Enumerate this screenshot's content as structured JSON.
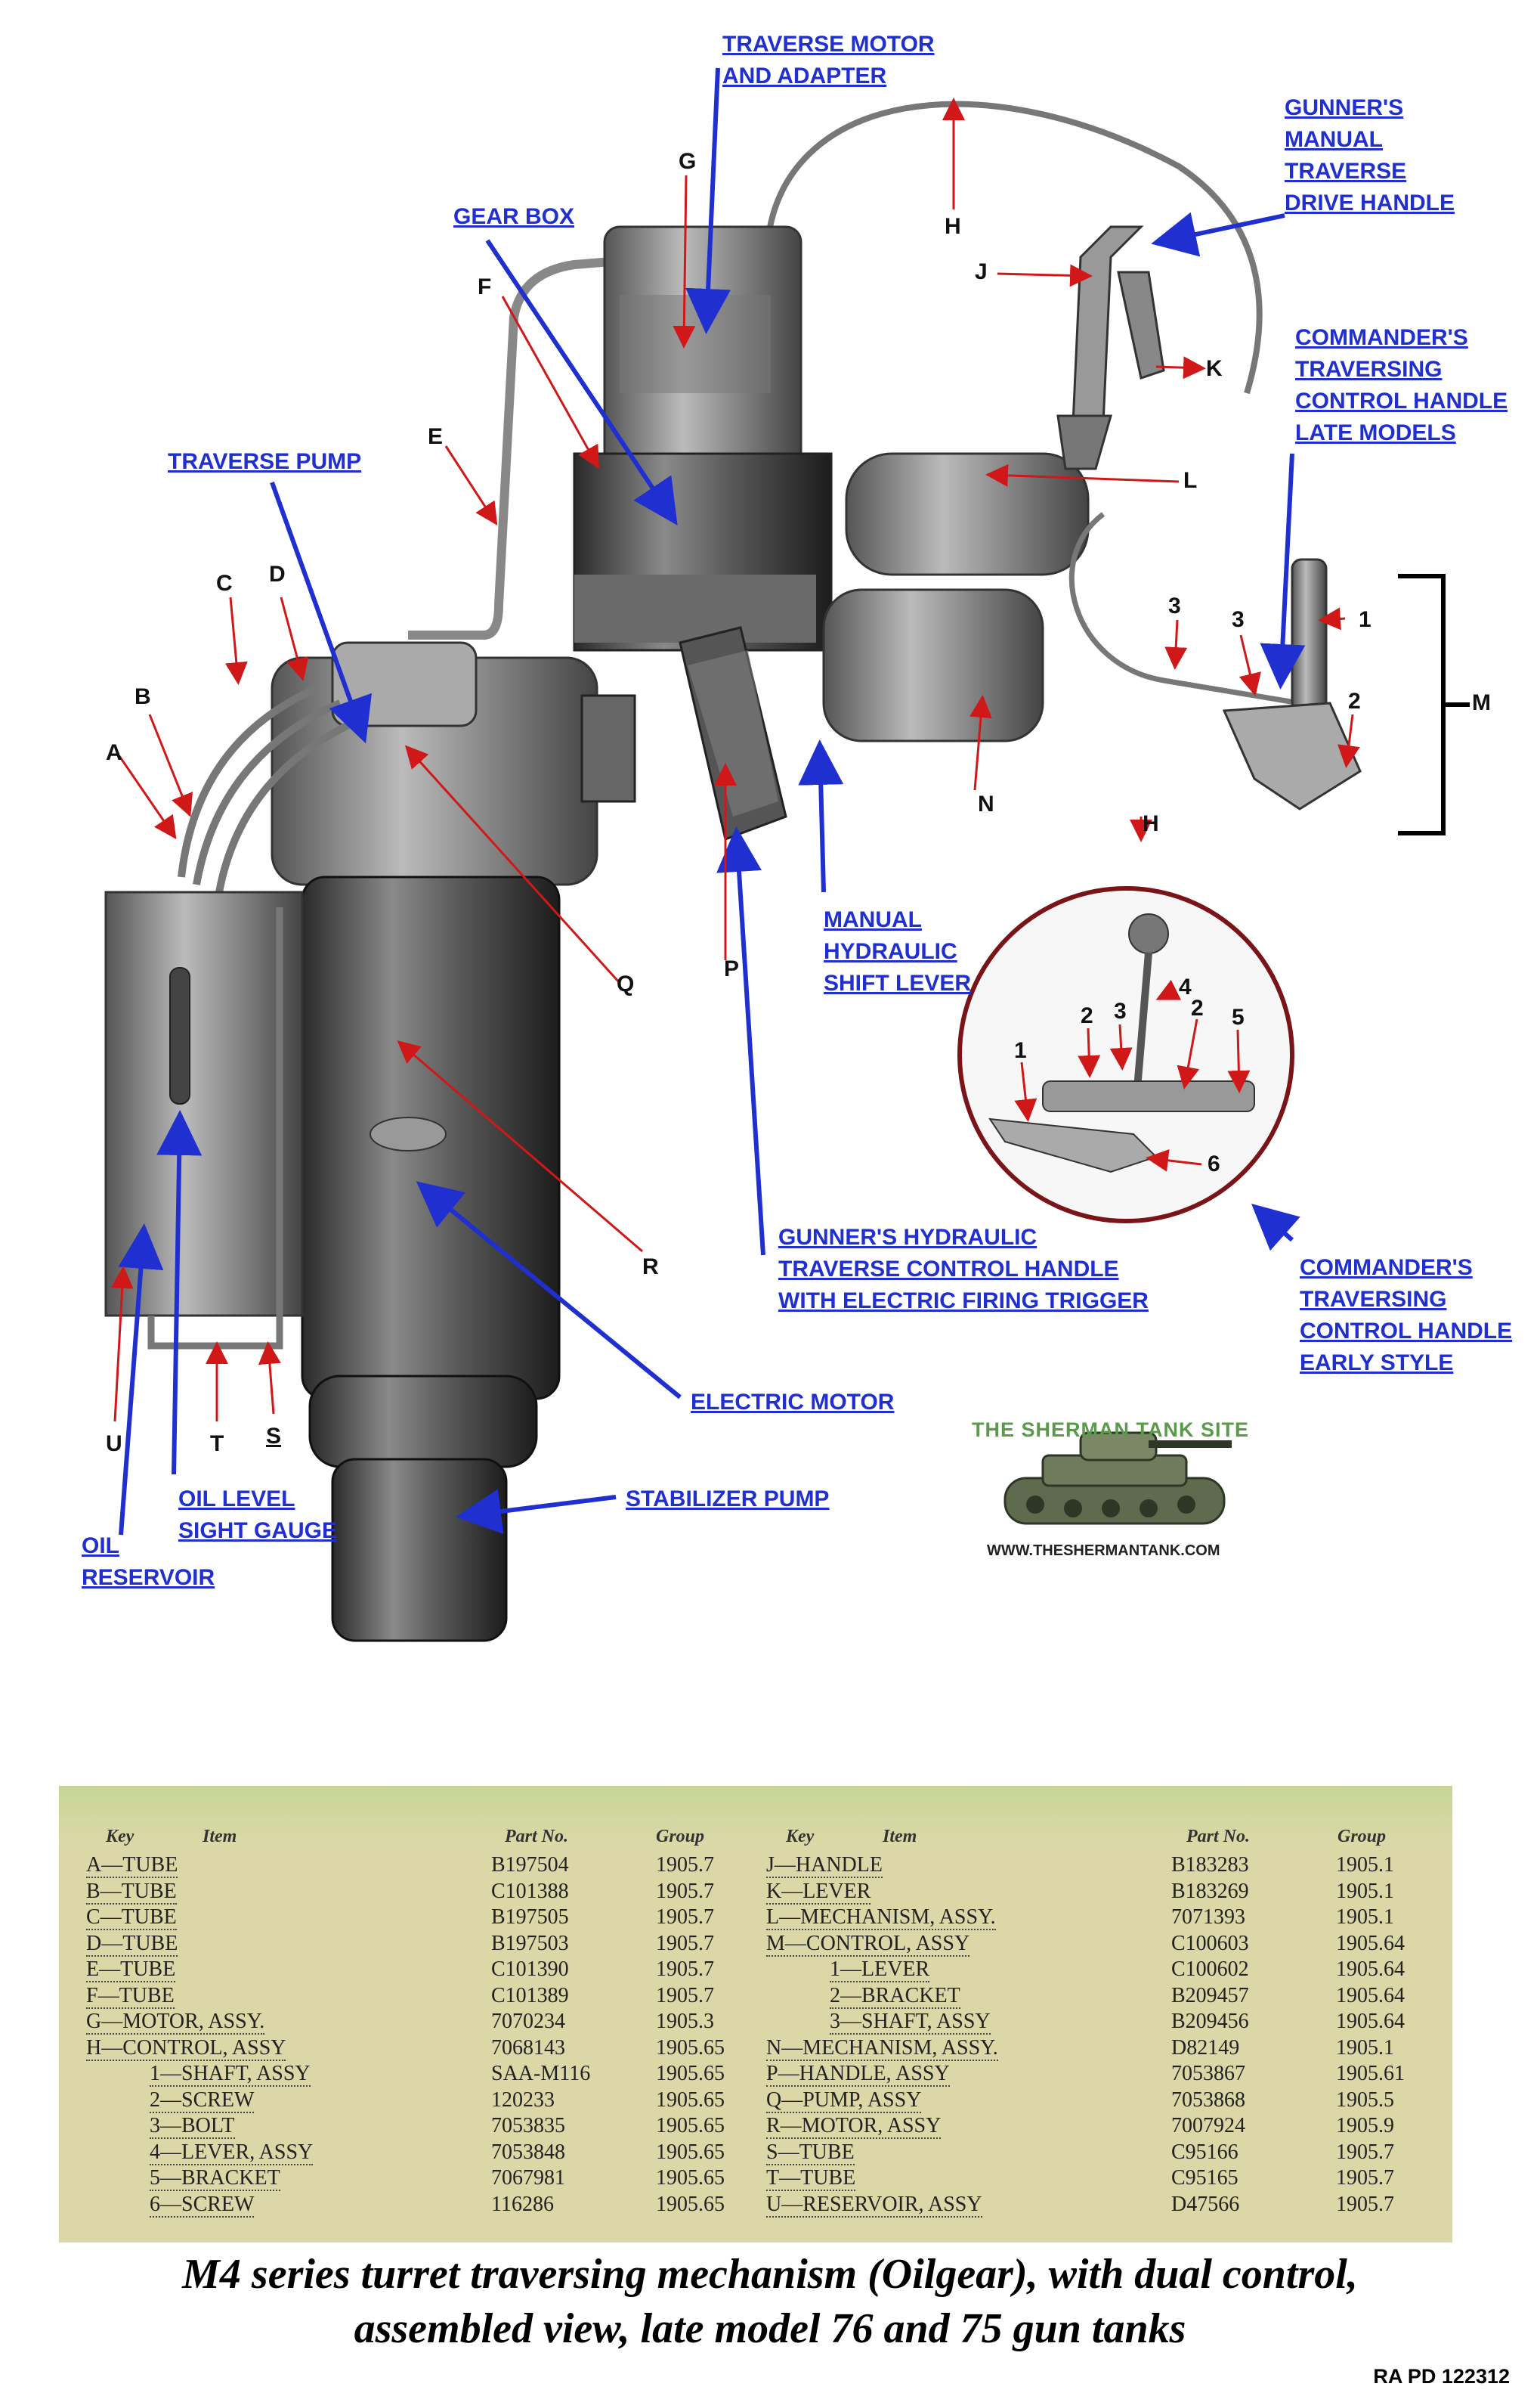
{
  "callouts": {
    "traverse_motor": [
      "TRAVERSE MOTOR",
      "AND ADAPTER"
    ],
    "gear_box": [
      "GEAR BOX"
    ],
    "gunners_manual": [
      "GUNNER'S",
      "MANUAL",
      "TRAVERSE",
      "DRIVE HANDLE"
    ],
    "commanders_late": [
      "COMMANDER'S",
      "TRAVERSING",
      "CONTROL HANDLE",
      "LATE MODELS"
    ],
    "traverse_pump": [
      "TRAVERSE PUMP"
    ],
    "manual_shift": [
      "MANUAL",
      "HYDRAULIC",
      "SHIFT LEVER"
    ],
    "gunners_hydraulic": [
      "GUNNER'S HYDRAULIC",
      "TRAVERSE CONTROL HANDLE",
      "WITH ELECTRIC FIRING TRIGGER"
    ],
    "commanders_early": [
      "COMMANDER'S",
      "TRAVERSING",
      "CONTROL HANDLE",
      "EARLY STYLE"
    ],
    "electric_motor": [
      "ELECTRIC MOTOR"
    ],
    "stabilizer_pump": [
      "STABILIZER PUMP"
    ],
    "oil_level": [
      "OIL LEVEL",
      "SIGHT GAUGE"
    ],
    "oil_reservoir": [
      "OIL",
      "RESERVOIR"
    ]
  },
  "letters": {
    "G": "G",
    "H": "H",
    "J": "J",
    "K": "K",
    "F": "F",
    "E": "E",
    "L": "L",
    "C": "C",
    "D": "D",
    "B": "B",
    "A": "A",
    "M": "M",
    "N": "N",
    "Q": "Q",
    "P": "P",
    "R": "R",
    "U": "U",
    "T": "T",
    "S": "S",
    "H2": "H",
    "n1_late": "1",
    "n2_late": "2",
    "n3a_late": "3",
    "n3b_late": "3",
    "n1_early": "1",
    "n2a_early": "2",
    "n3_early": "3",
    "n4_early": "4",
    "n2b_early": "2",
    "n5_early": "5",
    "n6_early": "6"
  },
  "watermark": {
    "title": "THE SHERMAN TANK SITE",
    "url": "WWW.THESHERMANTANK.COM"
  },
  "table": {
    "headers": [
      "Key",
      "Item",
      "Part No.",
      "Group",
      "Key",
      "Item",
      "Part No.",
      "Group"
    ],
    "left_rows": [
      {
        "item": "A—TUBE",
        "part": "B197504",
        "group": "1905.7"
      },
      {
        "item": "B—TUBE",
        "part": "C101388",
        "group": "1905.7"
      },
      {
        "item": "C—TUBE",
        "part": "B197505",
        "group": "1905.7"
      },
      {
        "item": "D—TUBE",
        "part": "B197503",
        "group": "1905.7"
      },
      {
        "item": "E—TUBE",
        "part": "C101390",
        "group": "1905.7"
      },
      {
        "item": "F—TUBE",
        "part": "C101389",
        "group": "1905.7"
      },
      {
        "item": "G—MOTOR, ASSY.",
        "part": "7070234",
        "group": "1905.3"
      },
      {
        "item": "H—CONTROL, ASSY",
        "part": "7068143",
        "group": "1905.65"
      },
      {
        "item": "1—SHAFT, ASSY",
        "part": "SAA-M116",
        "group": "1905.65"
      },
      {
        "item": "2—SCREW",
        "part": "120233",
        "group": "1905.65"
      },
      {
        "item": "3—BOLT",
        "part": "7053835",
        "group": "1905.65"
      },
      {
        "item": "4—LEVER, ASSY",
        "part": "7053848",
        "group": "1905.65"
      },
      {
        "item": "5—BRACKET",
        "part": "7067981",
        "group": "1905.65"
      },
      {
        "item": "6—SCREW",
        "part": "116286",
        "group": "1905.65"
      }
    ],
    "right_rows": [
      {
        "item": "J—HANDLE",
        "part": "B183283",
        "group": "1905.1"
      },
      {
        "item": "K—LEVER",
        "part": "B183269",
        "group": "1905.1"
      },
      {
        "item": "L—MECHANISM, ASSY.",
        "part": "7071393",
        "group": "1905.1"
      },
      {
        "item": "M—CONTROL, ASSY",
        "part": "C100603",
        "group": "1905.64"
      },
      {
        "item": "1—LEVER",
        "part": "C100602",
        "group": "1905.64"
      },
      {
        "item": "2—BRACKET",
        "part": "B209457",
        "group": "1905.64"
      },
      {
        "item": "3—SHAFT, ASSY",
        "part": "B209456",
        "group": "1905.64"
      },
      {
        "item": "N—MECHANISM, ASSY.",
        "part": "D82149",
        "group": "1905.1"
      },
      {
        "item": "P—HANDLE, ASSY",
        "part": "7053867",
        "group": "1905.61"
      },
      {
        "item": "Q—PUMP, ASSY",
        "part": "7053868",
        "group": "1905.5"
      },
      {
        "item": "R—MOTOR, ASSY",
        "part": "7007924",
        "group": "1905.9"
      },
      {
        "item": "S—TUBE",
        "part": "C95166",
        "group": "1905.7"
      },
      {
        "item": "T—TUBE",
        "part": "C95165",
        "group": "1905.7"
      },
      {
        "item": "U—RESERVOIR, ASSY",
        "part": "D47566",
        "group": "1905.7"
      }
    ]
  },
  "caption": {
    "line1": "M4 series turret traversing mechanism (Oilgear), with dual control,",
    "line2": "assembled view, late model 76 and 75 gun tanks"
  },
  "ref_code": "RA PD 122312"
}
